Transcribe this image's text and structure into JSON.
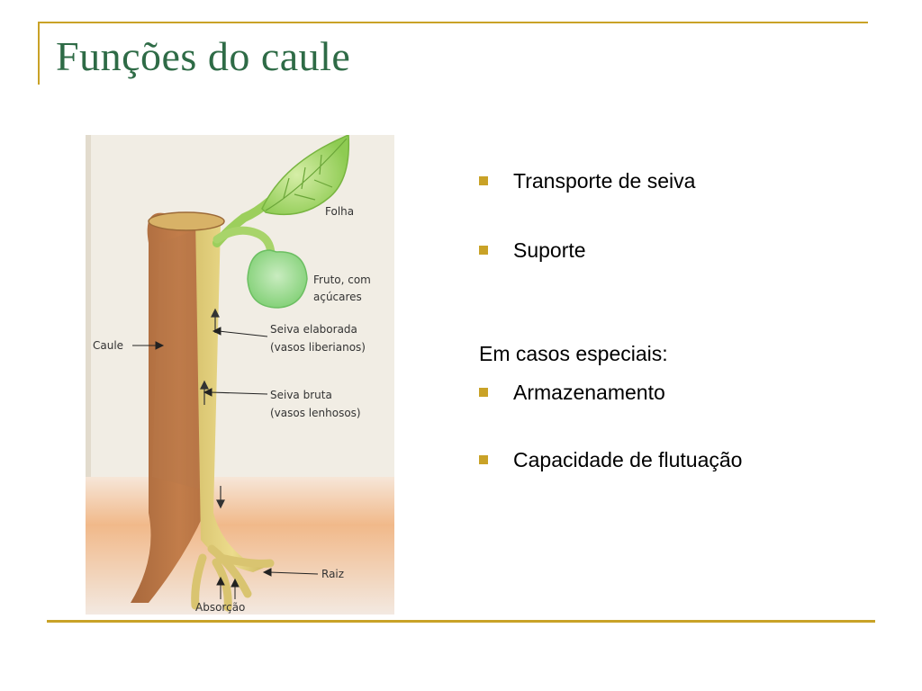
{
  "slide": {
    "title": "Funções do caule"
  },
  "figure": {
    "labels": {
      "folha": "Folha",
      "fruto_l1": "Fruto, com",
      "fruto_l2": "açúcares",
      "seiva_elab_l1": "Seiva elaborada",
      "seiva_elab_l2": "(vasos liberianos)",
      "caule": "Caule",
      "seiva_bruta_l1": "Seiva bruta",
      "seiva_bruta_l2": "(vasos lenhosos)",
      "raiz": "Raiz",
      "absorcao": "Absorção"
    }
  },
  "content": {
    "bullets_top": [
      "Transporte de seiva",
      "Suporte"
    ],
    "special_heading": "Em casos especiais:",
    "bullets_special": [
      "Armazenamento",
      "Capacidade de flutuação"
    ]
  },
  "colors": {
    "accent": "#c9a227",
    "title": "#2e6b46"
  }
}
